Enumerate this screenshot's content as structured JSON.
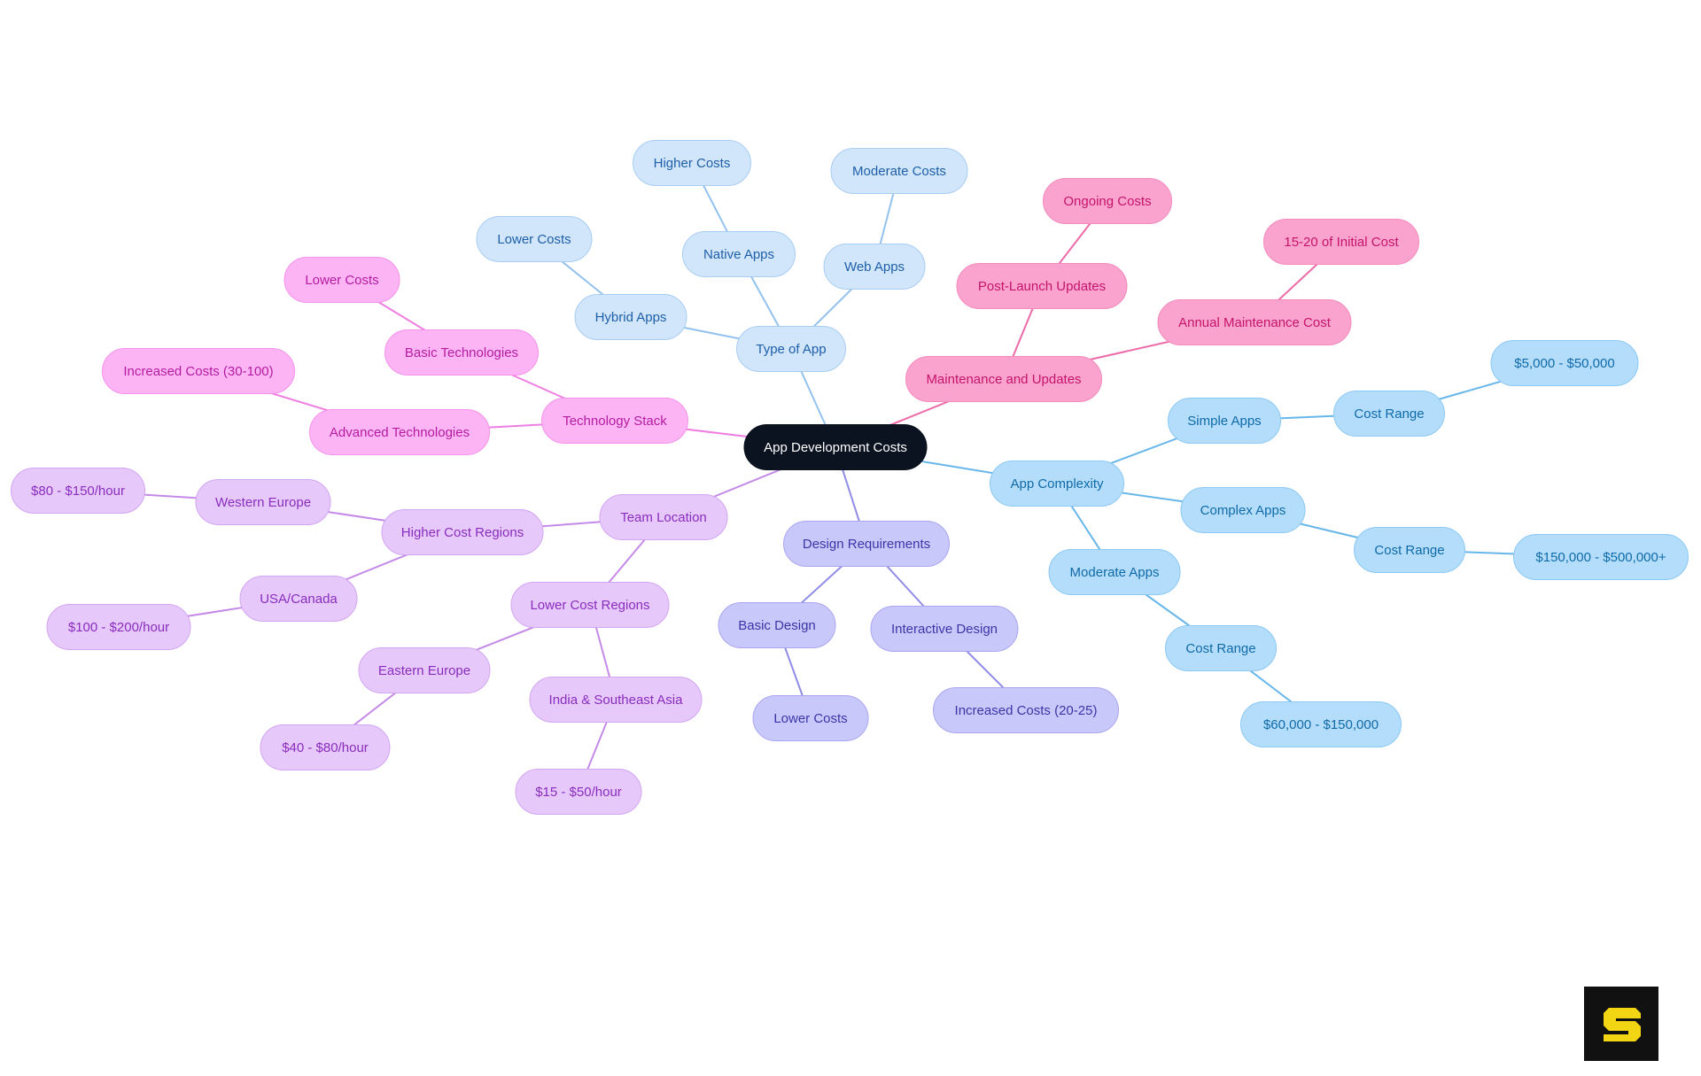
{
  "mindmap": {
    "root": {
      "id": "root",
      "label": "App Development Costs"
    },
    "palette": {
      "root": {
        "fill": "#0b1220",
        "stroke": "#0b1220",
        "text": "#ffffff"
      },
      "type": {
        "fill": "#d2e6fb",
        "stroke": "#a8cdf2",
        "text": "#1d5fa8",
        "line": "#93c2ee"
      },
      "maint": {
        "fill": "#fba3cf",
        "stroke": "#f48abd",
        "text": "#c4146a",
        "line": "#ec6aa8"
      },
      "complex": {
        "fill": "#b3ddfb",
        "stroke": "#8cc9f4",
        "text": "#0f6aa8",
        "line": "#66b6ea"
      },
      "design": {
        "fill": "#c9c8fb",
        "stroke": "#a9a6f1",
        "text": "#3b36a6",
        "line": "#8f8be6"
      },
      "team": {
        "fill": "#e6c8fb",
        "stroke": "#d3a6f3",
        "text": "#8a2dbd",
        "line": "#c58ae8"
      },
      "tech": {
        "fill": "#fdb4f4",
        "stroke": "#f592ea",
        "text": "#b31ca0",
        "line": "#ee7ee1"
      }
    },
    "nodes": [
      {
        "id": "type",
        "label": "Type of App",
        "parent": "root",
        "group": "type"
      },
      {
        "id": "hybrid",
        "label": "Hybrid Apps",
        "parent": "type",
        "group": "type"
      },
      {
        "id": "hybrid_lc",
        "label": "Lower Costs",
        "parent": "hybrid",
        "group": "type"
      },
      {
        "id": "native",
        "label": "Native Apps",
        "parent": "type",
        "group": "type"
      },
      {
        "id": "native_hc",
        "label": "Higher Costs",
        "parent": "native",
        "group": "type"
      },
      {
        "id": "web",
        "label": "Web Apps",
        "parent": "type",
        "group": "type"
      },
      {
        "id": "web_mc",
        "label": "Moderate Costs",
        "parent": "web",
        "group": "type"
      },
      {
        "id": "maint",
        "label": "Maintenance and Updates",
        "parent": "root",
        "group": "maint"
      },
      {
        "id": "post",
        "label": "Post-Launch Updates",
        "parent": "maint",
        "group": "maint"
      },
      {
        "id": "ongoing",
        "label": "Ongoing Costs",
        "parent": "post",
        "group": "maint"
      },
      {
        "id": "annual",
        "label": "Annual Maintenance Cost",
        "parent": "maint",
        "group": "maint"
      },
      {
        "id": "annual_pct",
        "label": "15-20 of Initial Cost",
        "parent": "annual",
        "group": "maint"
      },
      {
        "id": "complexity",
        "label": "App Complexity",
        "parent": "root",
        "group": "complex"
      },
      {
        "id": "simple",
        "label": "Simple Apps",
        "parent": "complexity",
        "group": "complex"
      },
      {
        "id": "simple_cr",
        "label": "Cost Range",
        "parent": "simple",
        "group": "complex"
      },
      {
        "id": "simple_v",
        "label": "$5,000 - $50,000",
        "parent": "simple_cr",
        "group": "complex"
      },
      {
        "id": "complexapps",
        "label": "Complex Apps",
        "parent": "complexity",
        "group": "complex"
      },
      {
        "id": "complex_cr",
        "label": "Cost Range",
        "parent": "complexapps",
        "group": "complex"
      },
      {
        "id": "complex_v",
        "label": "$150,000 - $500,000+",
        "parent": "complex_cr",
        "group": "complex"
      },
      {
        "id": "moderate",
        "label": "Moderate Apps",
        "parent": "complexity",
        "group": "complex"
      },
      {
        "id": "moderate_cr",
        "label": "Cost Range",
        "parent": "moderate",
        "group": "complex"
      },
      {
        "id": "moderate_v",
        "label": "$60,000 - $150,000",
        "parent": "moderate_cr",
        "group": "complex"
      },
      {
        "id": "design",
        "label": "Design Requirements",
        "parent": "root",
        "group": "design"
      },
      {
        "id": "basic_design",
        "label": "Basic Design",
        "parent": "design",
        "group": "design"
      },
      {
        "id": "basic_design_lc",
        "label": "Lower Costs",
        "parent": "basic_design",
        "group": "design"
      },
      {
        "id": "inter_design",
        "label": "Interactive Design",
        "parent": "design",
        "group": "design"
      },
      {
        "id": "inter_design_ic",
        "label": "Increased Costs (20-25)",
        "parent": "inter_design",
        "group": "design"
      },
      {
        "id": "team",
        "label": "Team Location",
        "parent": "root",
        "group": "team"
      },
      {
        "id": "higher_regions",
        "label": "Higher Cost Regions",
        "parent": "team",
        "group": "team"
      },
      {
        "id": "western",
        "label": "Western Europe",
        "parent": "higher_regions",
        "group": "team"
      },
      {
        "id": "western_v",
        "label": "$80 - $150/hour",
        "parent": "western",
        "group": "team"
      },
      {
        "id": "usa",
        "label": "USA/Canada",
        "parent": "higher_regions",
        "group": "team"
      },
      {
        "id": "usa_v",
        "label": "$100 - $200/hour",
        "parent": "usa",
        "group": "team"
      },
      {
        "id": "lower_regions",
        "label": "Lower Cost Regions",
        "parent": "team",
        "group": "team"
      },
      {
        "id": "eastern",
        "label": "Eastern Europe",
        "parent": "lower_regions",
        "group": "team"
      },
      {
        "id": "eastern_v",
        "label": "$40 - $80/hour",
        "parent": "eastern",
        "group": "team"
      },
      {
        "id": "india",
        "label": "India & Southeast Asia",
        "parent": "lower_regions",
        "group": "team"
      },
      {
        "id": "india_v",
        "label": "$15 - $50/hour",
        "parent": "india",
        "group": "team"
      },
      {
        "id": "tech",
        "label": "Technology Stack",
        "parent": "root",
        "group": "tech"
      },
      {
        "id": "basic_tech",
        "label": "Basic Technologies",
        "parent": "tech",
        "group": "tech"
      },
      {
        "id": "basic_tech_lc",
        "label": "Lower Costs",
        "parent": "basic_tech",
        "group": "tech"
      },
      {
        "id": "adv_tech",
        "label": "Advanced Technologies",
        "parent": "tech",
        "group": "tech"
      },
      {
        "id": "adv_tech_ic",
        "label": "Increased Costs (30-100)",
        "parent": "adv_tech",
        "group": "tech"
      }
    ]
  },
  "logo": {
    "icon": "brand-s-logo-icon",
    "accent": "#f2d513"
  }
}
